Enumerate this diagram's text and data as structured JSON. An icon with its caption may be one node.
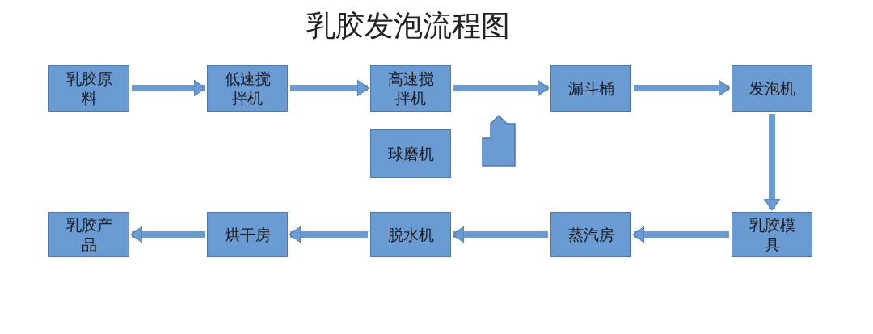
{
  "diagram": {
    "title": "乳胶发泡流程图",
    "nodes": [
      {
        "text": [
          "乳胶原料"
        ]
      },
      {
        "text": [
          "低速搅拌机"
        ]
      },
      {
        "text": [
          "高速搅拌机"
        ]
      },
      {
        "text": [
          "漏斗桶"
        ]
      },
      {
        "text": [
          "发泡机"
        ]
      },
      {
        "text": [
          "球磨机"
        ]
      },
      {
        "text": [],
        "shape": "box"
      },
      {
        "text": [
          "乳胶产品"
        ]
      },
      {
        "text": [
          "烘干房"
        ]
      },
      {
        "text": [
          "脱水机"
        ]
      },
      {
        "text": [
          "蒸汽房"
        ]
      },
      {
        "text": [
          "乳胶模具"
        ]
      }
    ],
    "edges": [
      {
        "from": 0,
        "to": 1,
        "arrow": "to"
      },
      {
        "from": 1,
        "to": 2,
        "arrow": "to"
      },
      {
        "from": 2,
        "to": 3,
        "arrow": "to"
      },
      {
        "from": 3,
        "to": 4,
        "arrow": "to"
      },
      {
        "from": 4,
        "to": 11,
        "arrow": "to"
      },
      {
        "from": 11,
        "to": 10,
        "arrow": "to"
      },
      {
        "from": 10,
        "to": 9,
        "arrow": "to"
      },
      {
        "from": 9,
        "to": 8,
        "arrow": "to"
      },
      {
        "from": 8,
        "to": 7,
        "arrow": "to"
      }
    ]
  }
}
